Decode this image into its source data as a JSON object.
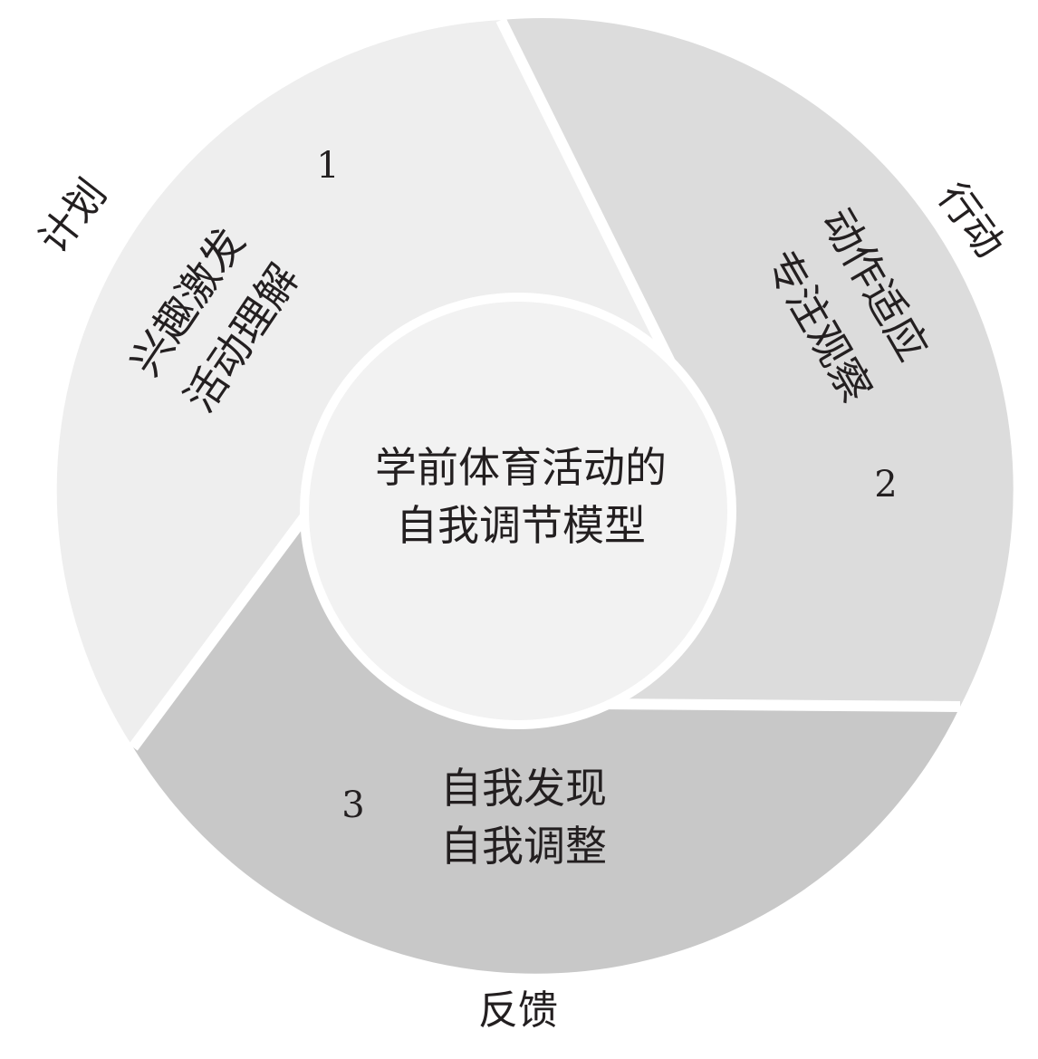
{
  "center": {
    "line1": "学前体育活动的",
    "line2": "自我调节模型"
  },
  "segments": [
    {
      "number": "1",
      "stage": "计划",
      "line1": "兴趣激发",
      "line2": "活动理解",
      "color": "#eeeeee"
    },
    {
      "number": "2",
      "stage": "行动",
      "line1": "动作适应",
      "line2": "专注观察",
      "color": "#dcdcdc"
    },
    {
      "number": "3",
      "stage": "反馈",
      "line1": "自我发现",
      "line2": "自我调整",
      "color": "#c8c8c8"
    }
  ],
  "colors": {
    "center_fill": "#f2f2f2",
    "separator": "#ffffff",
    "text": "#231f20"
  }
}
